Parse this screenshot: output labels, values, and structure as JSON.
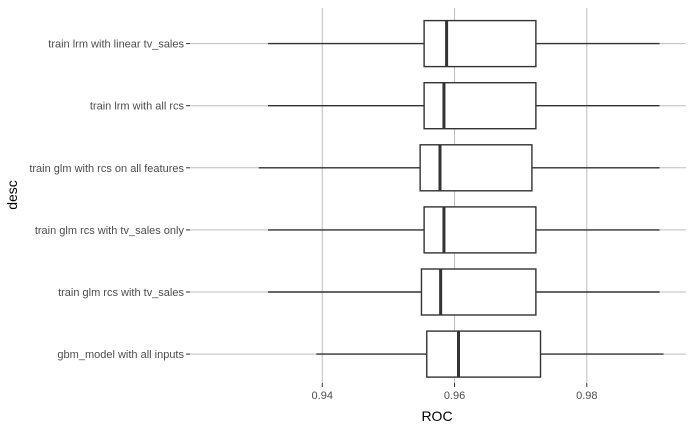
{
  "chart_data": {
    "type": "boxplot",
    "orientation": "horizontal",
    "xlabel": "ROC",
    "ylabel": "desc",
    "xlim": [
      0.92,
      0.995
    ],
    "x_ticks": [
      0.94,
      0.96,
      0.98
    ],
    "x_tick_labels": [
      "0.94",
      "0.96",
      "0.98"
    ],
    "grid": "major vertical gridlines",
    "background": "#ffffff",
    "colors": {
      "grid": "#bdbdbd",
      "box": "#333333",
      "fill": "#ffffff",
      "text": "#4d4d4d"
    },
    "categories": [
      "train lrm with linear tv_sales",
      "train lrm with all rcs",
      "train glm with rcs on all features",
      "train glm rcs with tv_sales only",
      "train glm rcs with tv_sales",
      "gbm_model with all inputs"
    ],
    "boxes": [
      {
        "min": 0.9318,
        "q1": 0.9554,
        "median": 0.9588,
        "q3": 0.9723,
        "max": 0.991
      },
      {
        "min": 0.9318,
        "q1": 0.9554,
        "median": 0.9584,
        "q3": 0.9723,
        "max": 0.991
      },
      {
        "min": 0.9304,
        "q1": 0.9548,
        "median": 0.9578,
        "q3": 0.9717,
        "max": 0.991
      },
      {
        "min": 0.9318,
        "q1": 0.9554,
        "median": 0.9584,
        "q3": 0.9723,
        "max": 0.991
      },
      {
        "min": 0.9318,
        "q1": 0.955,
        "median": 0.9579,
        "q3": 0.9723,
        "max": 0.991
      },
      {
        "min": 0.9391,
        "q1": 0.9558,
        "median": 0.9606,
        "q3": 0.973,
        "max": 0.9916
      }
    ]
  }
}
